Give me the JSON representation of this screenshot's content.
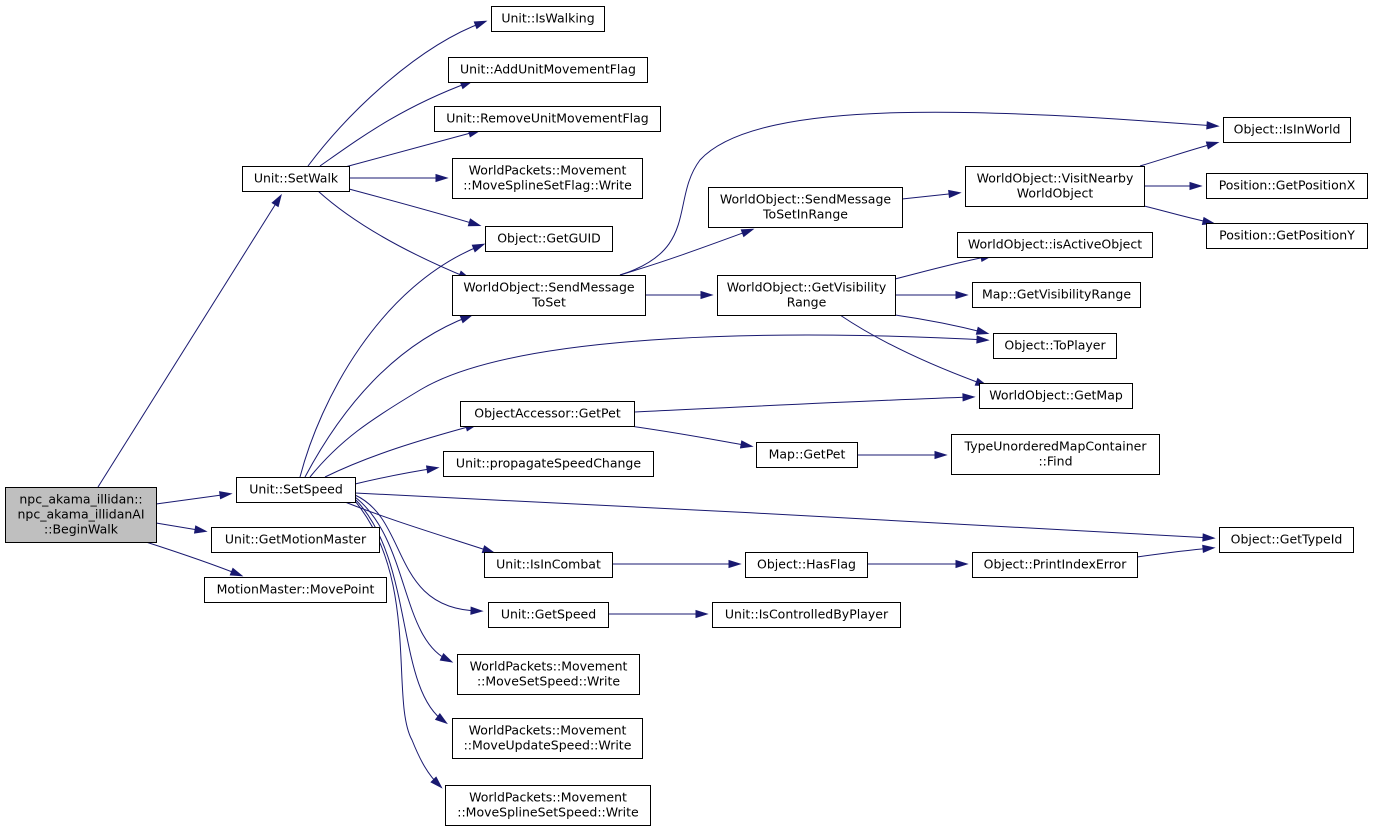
{
  "diagram": {
    "nodes": [
      {
        "id": "root",
        "lines": [
          "npc_akama_illidan::",
          "npc_akama_illidanAI",
          "::BeginWalk"
        ],
        "highlight": true
      },
      {
        "id": "setwalk",
        "lines": [
          "Unit::SetWalk"
        ]
      },
      {
        "id": "setspeed",
        "lines": [
          "Unit::SetSpeed"
        ]
      },
      {
        "id": "getmotionmaster",
        "lines": [
          "Unit::GetMotionMaster"
        ]
      },
      {
        "id": "movepoint",
        "lines": [
          "MotionMaster::MovePoint"
        ]
      },
      {
        "id": "iswalking",
        "lines": [
          "Unit::IsWalking"
        ]
      },
      {
        "id": "addflag",
        "lines": [
          "Unit::AddUnitMovementFlag"
        ]
      },
      {
        "id": "removeflag",
        "lines": [
          "Unit::RemoveUnitMovementFlag"
        ]
      },
      {
        "id": "splinesetflag",
        "lines": [
          "WorldPackets::Movement",
          "::MoveSplineSetFlag::Write"
        ]
      },
      {
        "id": "getguid",
        "lines": [
          "Object::GetGUID"
        ]
      },
      {
        "id": "sendmsgtoset",
        "lines": [
          "WorldObject::SendMessage",
          "ToSet"
        ]
      },
      {
        "id": "getpet",
        "lines": [
          "ObjectAccessor::GetPet"
        ]
      },
      {
        "id": "propagate",
        "lines": [
          "Unit::propagateSpeedChange"
        ]
      },
      {
        "id": "isincombat",
        "lines": [
          "Unit::IsInCombat"
        ]
      },
      {
        "id": "getspeed",
        "lines": [
          "Unit::GetSpeed"
        ]
      },
      {
        "id": "movesetspeed",
        "lines": [
          "WorldPackets::Movement",
          "::MoveSetSpeed::Write"
        ]
      },
      {
        "id": "moveupdatespeed",
        "lines": [
          "WorldPackets::Movement",
          "::MoveUpdateSpeed::Write"
        ]
      },
      {
        "id": "splinesetspeed",
        "lines": [
          "WorldPackets::Movement",
          "::MoveSplineSetSpeed::Write"
        ]
      },
      {
        "id": "sendmsginrange",
        "lines": [
          "WorldObject::SendMessage",
          "ToSetInRange"
        ]
      },
      {
        "id": "getvisrange",
        "lines": [
          "WorldObject::GetVisibility",
          "Range"
        ]
      },
      {
        "id": "mapgetpet",
        "lines": [
          "Map::GetPet"
        ]
      },
      {
        "id": "hasflag",
        "lines": [
          "Object::HasFlag"
        ]
      },
      {
        "id": "iscontrolled",
        "lines": [
          "Unit::IsControlledByPlayer"
        ]
      },
      {
        "id": "visitnearby",
        "lines": [
          "WorldObject::VisitNearby",
          "WorldObject"
        ]
      },
      {
        "id": "isactive",
        "lines": [
          "WorldObject::isActiveObject"
        ]
      },
      {
        "id": "mapvisrange",
        "lines": [
          "Map::GetVisibilityRange"
        ]
      },
      {
        "id": "toplayer",
        "lines": [
          "Object::ToPlayer"
        ]
      },
      {
        "id": "getmap",
        "lines": [
          "WorldObject::GetMap"
        ]
      },
      {
        "id": "find",
        "lines": [
          "TypeUnorderedMapContainer",
          "::Find"
        ]
      },
      {
        "id": "printindex",
        "lines": [
          "Object::PrintIndexError"
        ]
      },
      {
        "id": "isinworld",
        "lines": [
          "Object::IsInWorld"
        ]
      },
      {
        "id": "getposx",
        "lines": [
          "Position::GetPositionX"
        ]
      },
      {
        "id": "getposy",
        "lines": [
          "Position::GetPositionY"
        ]
      },
      {
        "id": "gettypeid",
        "lines": [
          "Object::GetTypeId"
        ]
      }
    ],
    "edges": [
      {
        "from": "root",
        "to": "setwalk"
      },
      {
        "from": "root",
        "to": "setspeed"
      },
      {
        "from": "root",
        "to": "getmotionmaster"
      },
      {
        "from": "root",
        "to": "movepoint"
      },
      {
        "from": "setwalk",
        "to": "iswalking"
      },
      {
        "from": "setwalk",
        "to": "addflag"
      },
      {
        "from": "setwalk",
        "to": "removeflag"
      },
      {
        "from": "setwalk",
        "to": "splinesetflag"
      },
      {
        "from": "setwalk",
        "to": "getguid"
      },
      {
        "from": "setwalk",
        "to": "sendmsgtoset"
      },
      {
        "from": "setspeed",
        "to": "getguid"
      },
      {
        "from": "setspeed",
        "to": "sendmsgtoset"
      },
      {
        "from": "setspeed",
        "to": "toplayer"
      },
      {
        "from": "setspeed",
        "to": "getpet"
      },
      {
        "from": "setspeed",
        "to": "propagate"
      },
      {
        "from": "setspeed",
        "to": "gettypeid"
      },
      {
        "from": "setspeed",
        "to": "isincombat"
      },
      {
        "from": "setspeed",
        "to": "getspeed"
      },
      {
        "from": "setspeed",
        "to": "movesetspeed"
      },
      {
        "from": "setspeed",
        "to": "moveupdatespeed"
      },
      {
        "from": "setspeed",
        "to": "splinesetspeed"
      },
      {
        "from": "sendmsgtoset",
        "to": "isinworld"
      },
      {
        "from": "sendmsgtoset",
        "to": "sendmsginrange"
      },
      {
        "from": "sendmsgtoset",
        "to": "getvisrange"
      },
      {
        "from": "sendmsginrange",
        "to": "visitnearby"
      },
      {
        "from": "visitnearby",
        "to": "isinworld"
      },
      {
        "from": "visitnearby",
        "to": "getposx"
      },
      {
        "from": "visitnearby",
        "to": "getposy"
      },
      {
        "from": "getvisrange",
        "to": "isactive"
      },
      {
        "from": "getvisrange",
        "to": "mapvisrange"
      },
      {
        "from": "getvisrange",
        "to": "toplayer"
      },
      {
        "from": "getvisrange",
        "to": "getmap"
      },
      {
        "from": "getpet",
        "to": "getmap"
      },
      {
        "from": "getpet",
        "to": "mapgetpet"
      },
      {
        "from": "mapgetpet",
        "to": "find"
      },
      {
        "from": "isincombat",
        "to": "hasflag"
      },
      {
        "from": "hasflag",
        "to": "printindex"
      },
      {
        "from": "printindex",
        "to": "gettypeid"
      },
      {
        "from": "getspeed",
        "to": "iscontrolled"
      }
    ],
    "colors": {
      "edge": "#191970",
      "root_fill": "#bfbfbf",
      "node_fill": "#ffffff",
      "border": "#000000"
    }
  }
}
